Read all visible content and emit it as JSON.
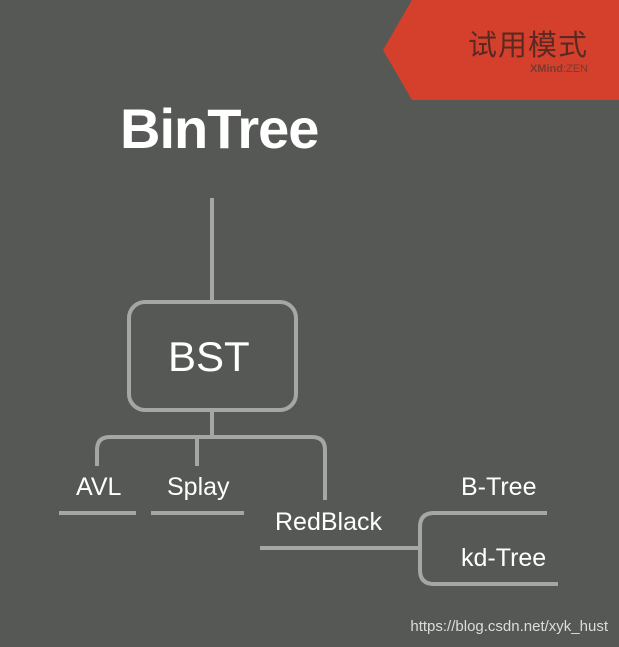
{
  "trial_banner": {
    "label": "试用模式",
    "brand_strong": "XMind",
    "brand_rest": ":ZEN",
    "color": "#d4402c"
  },
  "nodes": {
    "root": "BinTree",
    "bst": "BST",
    "avl": "AVL",
    "splay": "Splay",
    "redblack": "RedBlack",
    "btree": "B-Tree",
    "kdtree": "kd-Tree"
  },
  "colors": {
    "background": "#565855",
    "connector": "#a6a6a6",
    "text": "#ffffff"
  },
  "watermark": "https://blog.csdn.net/xyk_hust"
}
